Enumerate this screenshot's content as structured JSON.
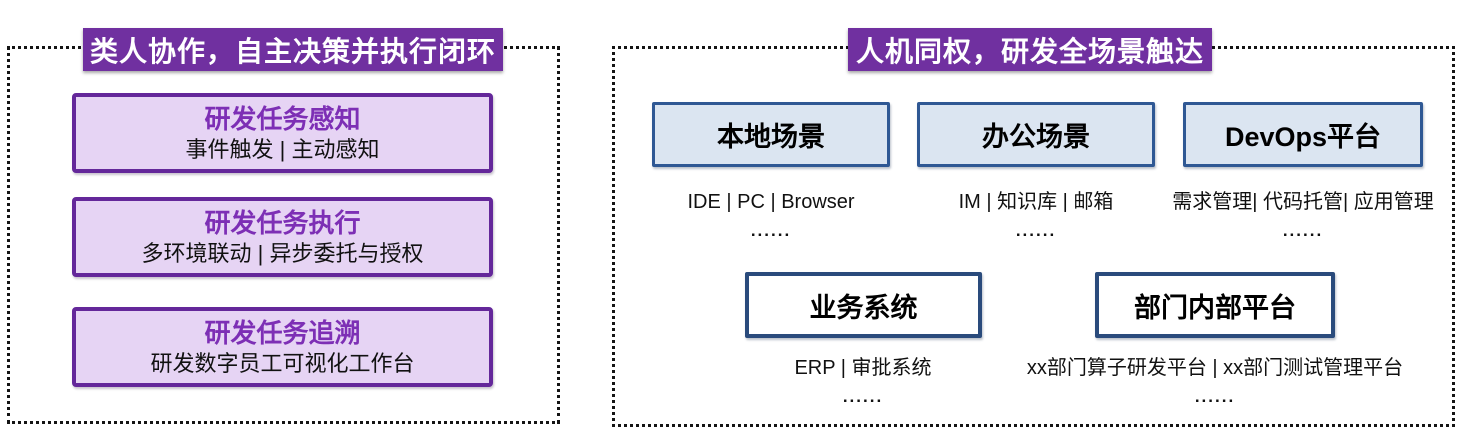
{
  "colors": {
    "header_bg": "#7030A0",
    "header_text": "#FFFFFF",
    "purple_box_bg": "#E6D4F4",
    "purple_box_border": "#64279A",
    "purple_box_title": "#7D2FB5",
    "blue_box_bg": "#DBE5F1",
    "blue_box_border": "#2F5894",
    "white_box_border": "#2A4B7C",
    "dashed_panel_border": "#141414",
    "body_text": "#111111"
  },
  "left_panel": {
    "header": "类人协作，自主决策并执行闭环",
    "boxes": [
      {
        "title": "研发任务感知",
        "subtitle": "事件触发 | 主动感知"
      },
      {
        "title": "研发任务执行",
        "subtitle": "多环境联动 | 异步委托与授权"
      },
      {
        "title": "研发任务追溯",
        "subtitle": "研发数字员工可视化工作台"
      }
    ]
  },
  "right_panel": {
    "header": "人机同权，研发全场景触达",
    "top_row": [
      {
        "title": "本地场景",
        "caption": "IDE | PC | Browser",
        "ellipsis": "......"
      },
      {
        "title": "办公场景",
        "caption": "IM | 知识库 | 邮箱",
        "ellipsis": "......"
      },
      {
        "title": "DevOps平台",
        "caption": "需求管理| 代码托管| 应用管理",
        "ellipsis": "......"
      }
    ],
    "bottom_row": [
      {
        "title": "业务系统",
        "caption": "ERP | 审批系统",
        "ellipsis": "......"
      },
      {
        "title": "部门内部平台",
        "caption": "xx部门算子研发平台 | xx部门测试管理平台",
        "ellipsis": "......"
      }
    ]
  }
}
